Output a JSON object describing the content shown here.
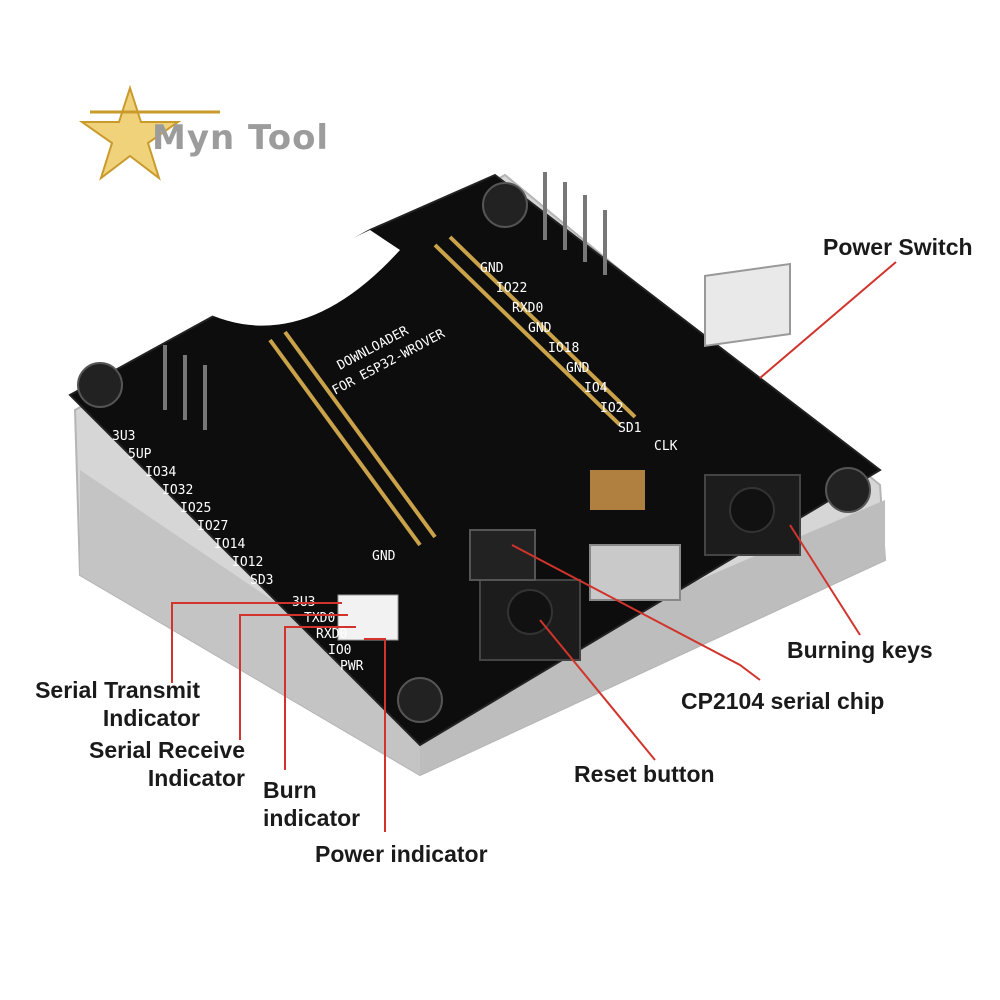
{
  "brand": {
    "logo_text": "Myn Tool"
  },
  "board": {
    "title_line1": "DOWNLOADER",
    "title_line2": "FOR ESP32-WROVER",
    "left_pins": [
      "3U3",
      "5UP",
      "IO34",
      "IO32",
      "IO25",
      "IO27",
      "IO14",
      "IO12",
      "SD3"
    ],
    "right_pins": [
      "GND",
      "IO22",
      "RXD0",
      "GND",
      "IO18",
      "GND",
      "IO4",
      "IO2",
      "SD1",
      "CLK"
    ],
    "indicator_pins": [
      "3U3",
      "TXD0",
      "RXD0",
      "IO0",
      "PWR"
    ],
    "bottom_pin": "GND"
  },
  "callouts": {
    "power_switch": "Power Switch",
    "burning_keys": "Burning keys",
    "cp2104": "CP2104 serial chip",
    "reset_button": "Reset button",
    "serial_tx_line1": "Serial Transmit",
    "serial_tx_line2": "Indicator",
    "serial_rx_line1": "Serial Receive",
    "serial_rx_line2": "Indicator",
    "burn_line1": "Burn",
    "burn_line2": "indicator",
    "power_indicator": "Power indicator"
  },
  "colors": {
    "pcb": "#0c0c0c",
    "acrylic": "#cfcfcf",
    "gold_pins": "#c9a24a",
    "callout_line": "#d0342c",
    "logo_star": "#e8c25a"
  }
}
